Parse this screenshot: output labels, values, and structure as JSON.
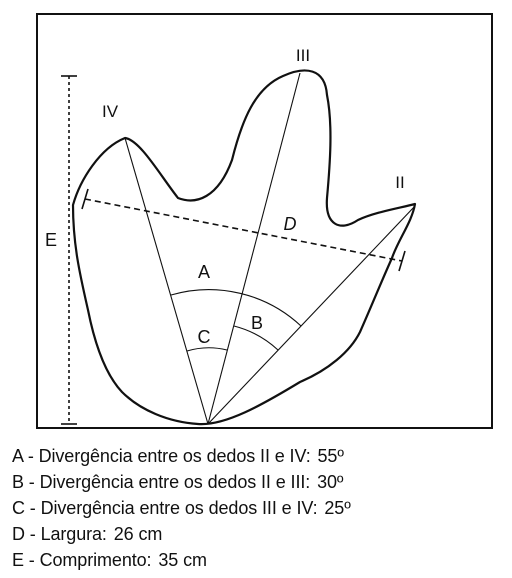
{
  "diagram": {
    "digit_labels": {
      "ii": "II",
      "iii": "III",
      "iv": "IV"
    },
    "measure_labels": {
      "a": "A",
      "b": "B",
      "c": "C",
      "d": "D",
      "e": "E"
    }
  },
  "legend": [
    {
      "text": "A - Divergência entre os dedos II e IV:",
      "value": "55º"
    },
    {
      "text": "B - Divergência entre os dedos II e III:",
      "value": "30º"
    },
    {
      "text": "C - Divergência entre os dedos III e IV:",
      "value": "25º"
    },
    {
      "text": "D - Largura:",
      "value": "26 cm"
    },
    {
      "text": "E - Comprimento:",
      "value": "35 cm"
    }
  ],
  "colors": {
    "ink": "#111111",
    "background": "#ffffff"
  }
}
